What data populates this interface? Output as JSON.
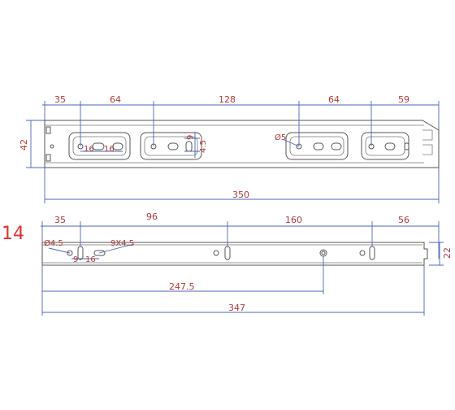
{
  "rail_top": {
    "segments": [
      "35",
      "64",
      "128",
      "64",
      "59"
    ],
    "total": "350",
    "height": "42",
    "slot_dims": [
      "16",
      "16",
      "9",
      "4.5"
    ],
    "hole_label": "Ø5"
  },
  "rail_bottom": {
    "segments": [
      "35",
      "96",
      "160",
      "56"
    ],
    "total": "347",
    "partial": "247.5",
    "height": "22",
    "slot_dims": [
      "9",
      "16"
    ],
    "hole_label": "Ø4.5",
    "slot_label": "9X4.5"
  },
  "side_number": "14"
}
